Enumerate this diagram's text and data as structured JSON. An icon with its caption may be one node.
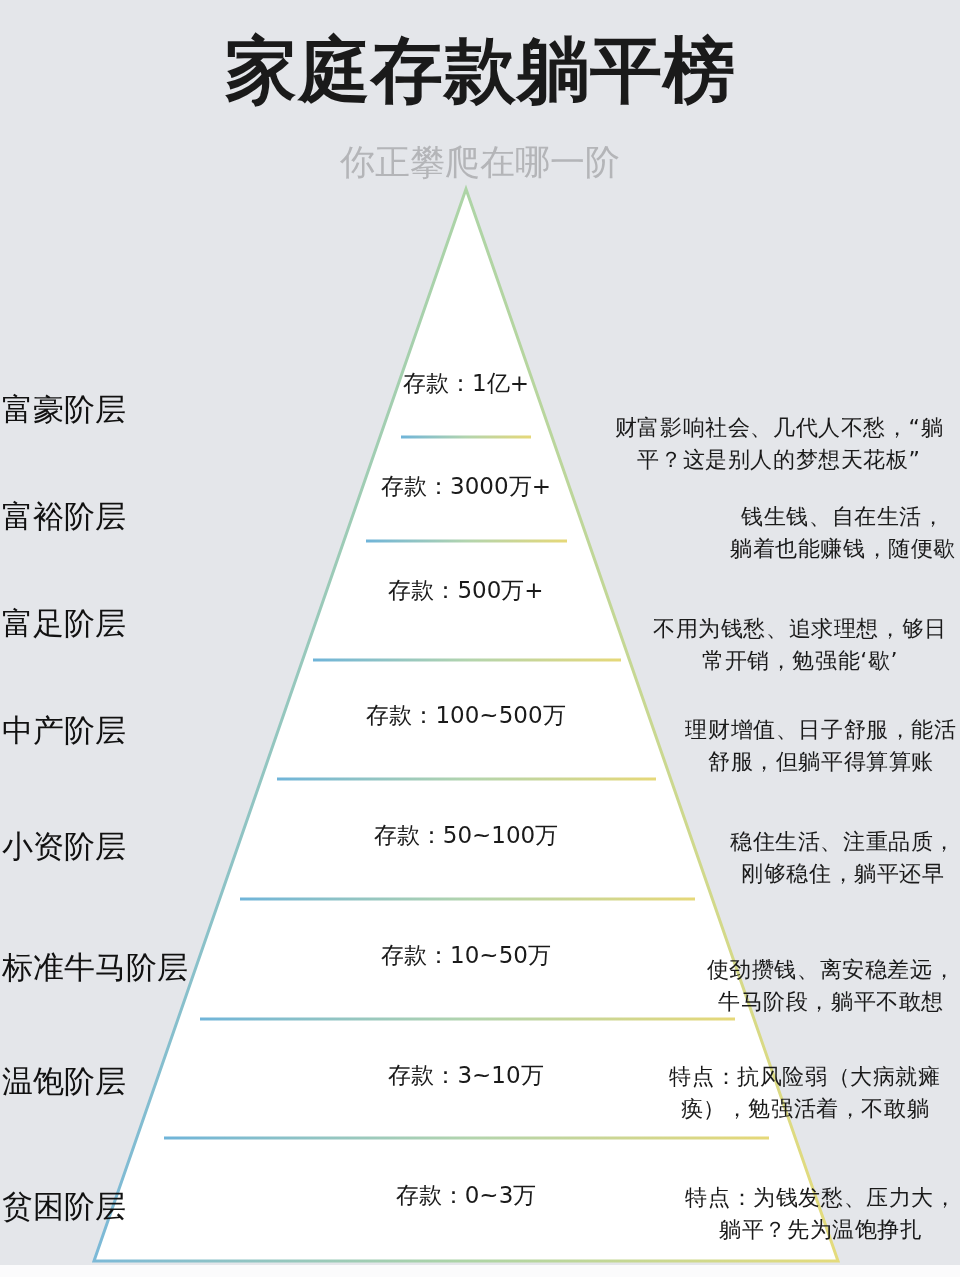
{
  "diagram": {
    "title": "家庭存款躺平榜",
    "nodes": [
      {
        "text": [],
        "shape": "triangle"
      },
      {
        "text": [
          "存款：1亿+"
        ],
        "in": 0
      },
      {
        "text": [
          "存款：3000万+"
        ],
        "in": 0
      },
      {
        "text": [
          "存款：500万+"
        ],
        "in": 0
      },
      {
        "text": [
          "存款：100~500万"
        ],
        "in": 0
      },
      {
        "text": [
          "存款：50~100万"
        ],
        "in": 0
      },
      {
        "text": [
          "存款：10~50万"
        ],
        "in": 0
      },
      {
        "text": [
          "存款：3~10万"
        ],
        "in": 0
      },
      {
        "text": [
          "存款：0~3万"
        ],
        "in": 0
      }
    ],
    "labels": [
      "你正攀爬在哪一阶",
      "富豪阶层",
      "财富影响社会、几代人不愁，“躺平？这是别人的梦想天花板”",
      "富裕阶层",
      "钱生钱、自在生活，躺着也能赚钱，随便歇",
      "富足阶层",
      "不用为钱愁、追求理想，够日常开销，勉强能‘歇’",
      "中产阶层",
      "理财增值、日子舒服，能活舒服，但躺平得算算账",
      "小资阶层",
      "稳住生活、注重品质，刚够稳住，躺平还早",
      "标准牛马阶层",
      "使劲攒钱、离安稳差远，牛马阶段，躺平不敢想",
      "温饱阶层",
      "特点：抗风险弱（大病就瘫痪），勉强活着，不敢躺",
      "贫困阶层",
      "特点：为钱发愁、压力大，躺平？先为温饱挣扎"
    ]
  }
}
